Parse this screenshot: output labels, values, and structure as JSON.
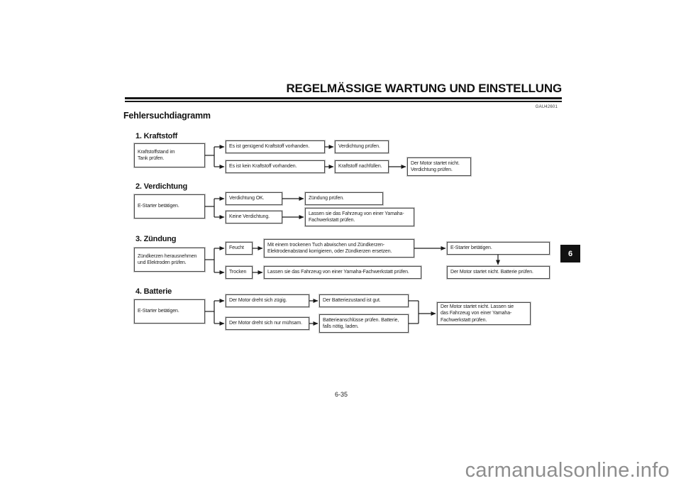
{
  "header": {
    "title": "REGELMÄSSIGE WARTUNG UND EINSTELLUNG",
    "code": "GAU42601",
    "section_title": "Fehlersuchdiagramm"
  },
  "footer": {
    "page_number": "6-35",
    "chapter_tab": "6",
    "watermark": "carmanualsonline.info"
  },
  "colors": {
    "chapter_tab_bg": "#111111",
    "watermark_gray": "#8e8e8e",
    "line_black": "#1a1a1a"
  },
  "flowchart": {
    "sections": [
      {
        "heading": "1. Kraftstoff",
        "start": "Kraftstoffstand im\nTank prüfen.",
        "row1": [
          "Es ist genügend Kraftstoff vorhanden.",
          "Verdichtung prüfen."
        ],
        "row2": [
          "Es ist kein Kraftstoff vorhanden.",
          "Kraftstoff nachfüllen.",
          "Der Motor startet nicht.\nVerdichtung prüfen."
        ]
      },
      {
        "heading": "2. Verdichtung",
        "start": "E-Starter betätigen.",
        "row1": [
          "Verdichtung OK.",
          "Zündung prüfen."
        ],
        "row2": [
          "Keine Verdichtung.",
          "Lassen sie das Fahrzeug von einer Yamaha-\nFachwerkstatt prüfen."
        ]
      },
      {
        "heading": "3. Zündung",
        "start": "Zündkerzen herausnehmen\nund Elektroden prüfen.",
        "row1": [
          "Feucht",
          "Mit einem trockenen Tuch abwischen und Zündkerzen-\nElektrodenabstand korrigieren, oder Zündkerzen ersetzen.",
          "E-Starter betätigen."
        ],
        "row2": [
          "Trocken",
          "Lassen sie das Fahrzeug von einer Yamaha-Fachwerkstatt prüfen.",
          "Der Motor startet nicht. Batterie prüfen."
        ]
      },
      {
        "heading": "4. Batterie",
        "start": "E-Starter betätigen.",
        "row1": [
          "Der Motor dreht sich zügig.",
          "Der Batteriezustand ist gut."
        ],
        "row2": [
          "Der Motor dreht sich nur mühsam.",
          "Batterieanschlüsse prüfen. Batterie,\nfalls nötig, laden."
        ],
        "merge": "Der Motor startet nicht. Lassen sie\ndas Fahrzeug von einer Yamaha-\nFachwerkstatt prüfen."
      }
    ]
  }
}
